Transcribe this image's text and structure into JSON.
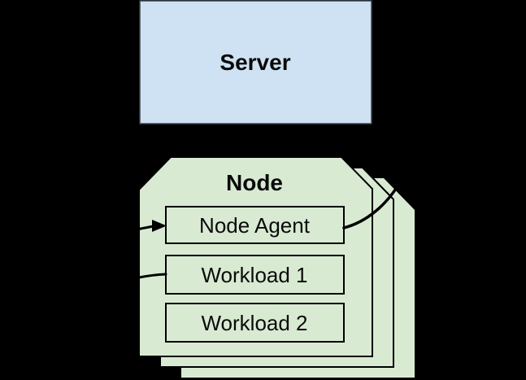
{
  "diagram": {
    "background_color": "#000000",
    "server": {
      "label": "Server",
      "fill_color": "#cfe2f3",
      "stroke_color": "#39434d"
    },
    "node_stack": {
      "title": "Node",
      "fill_color": "#d9ead3",
      "stroke_color": "#000000",
      "stacked_copies": 3,
      "boxes": [
        {
          "label": "Node Agent"
        },
        {
          "label": "Workload 1"
        },
        {
          "label": "Workload 2"
        }
      ]
    },
    "connectors": [
      {
        "name": "arrow-into-node-agent",
        "type": "arrow"
      },
      {
        "name": "curve-from-node-agent-right",
        "type": "curve"
      },
      {
        "name": "curve-at-workload-1-left",
        "type": "curve"
      }
    ]
  }
}
